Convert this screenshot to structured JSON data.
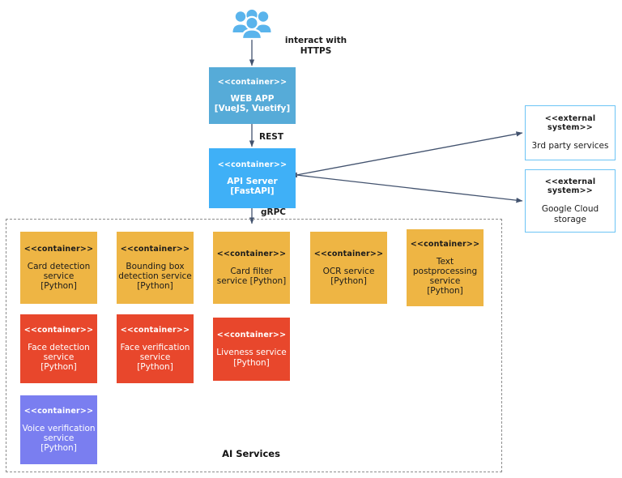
{
  "diagram": {
    "boundary_label": "AI Services",
    "actor": {
      "icon": "users-group-icon"
    }
  },
  "edges": [
    {
      "id": "users-to-webapp",
      "label": "interact with\nHTTPS"
    },
    {
      "id": "webapp-to-api",
      "label": "REST"
    },
    {
      "id": "api-to-services",
      "label": "gRPC"
    },
    {
      "id": "api-to-3rdparty",
      "label": ""
    },
    {
      "id": "api-to-gcs",
      "label": ""
    }
  ],
  "nodes": {
    "webapp": {
      "stereotype": "<<container>>",
      "title": "WEB APP\n[VueJS, Vuetify]",
      "color": "#56abd8"
    },
    "apiserver": {
      "stereotype": "<<container>>",
      "title": "API Server\n[FastAPI]",
      "color": "#3fb0f7"
    },
    "third_party": {
      "stereotype": "<<external\nsystem>>",
      "title": "3rd party services",
      "color": "#ffffff",
      "border": "#6cc4f5"
    },
    "google_cloud": {
      "stereotype": "<<external\nsystem>>",
      "title": "Google Cloud\nstorage",
      "color": "#ffffff",
      "border": "#6cc4f5"
    }
  },
  "services": [
    {
      "stereotype": "<<container>>",
      "title": "Card detection\nservice\n[Python]",
      "group": "orange"
    },
    {
      "stereotype": "<<container>>",
      "title": "Bounding box\ndetection service\n[Python]",
      "group": "orange"
    },
    {
      "stereotype": "<<container>>",
      "title": "Card filter\nservice [Python]",
      "group": "orange"
    },
    {
      "stereotype": "<<container>>",
      "title": "OCR service\n[Python]",
      "group": "orange"
    },
    {
      "stereotype": "<<container>>",
      "title": "Text\npostprocessing\nservice\n[Python]",
      "group": "orange"
    },
    {
      "stereotype": "<<container>>",
      "title": "Face detection\nservice\n[Python]",
      "group": "red"
    },
    {
      "stereotype": "<<container>>",
      "title": "Face verification\nservice\n[Python]",
      "group": "red"
    },
    {
      "stereotype": "<<container>>",
      "title": "Liveness service\n[Python]",
      "group": "red"
    },
    {
      "stereotype": "<<container>>",
      "title": "Voice verification\nservice\n[Python]",
      "group": "purple"
    }
  ],
  "colors": {
    "orange": "#eeb544",
    "red": "#e8472c",
    "purple": "#7a7ef0",
    "webapp_blue": "#56abd8",
    "api_blue": "#3fb0f7",
    "external_border": "#6cc4f5",
    "arrow": "#42526e",
    "boundary": "#8c8c8c",
    "actor_blue": "#5ab4ec"
  }
}
